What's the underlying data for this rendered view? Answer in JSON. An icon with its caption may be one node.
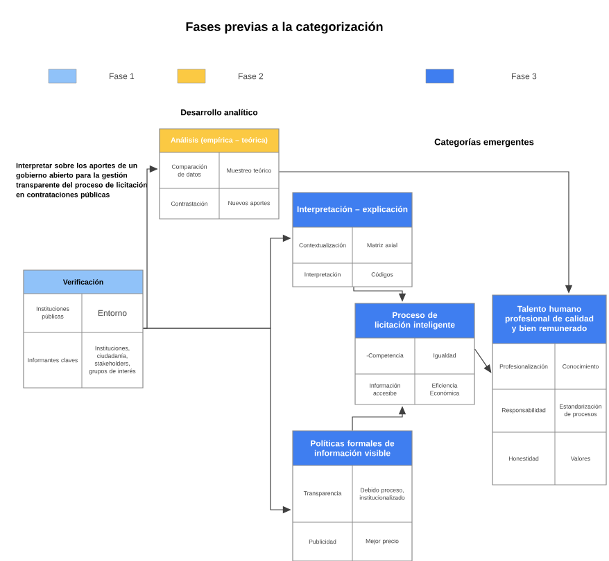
{
  "diagram": {
    "title": "Fases previas a la categorización",
    "nodes": [
      {
        "text": [
          "Verificación"
        ]
      },
      {
        "text": [
          "Instituciones públicas"
        ],
        "in": 0
      },
      {
        "text": [
          "Entorno"
        ],
        "in": 0
      },
      {
        "text": [
          "Informantes claves"
        ],
        "in": 0
      },
      {
        "text": [
          "Instituciones, ciudadanía, stakeholders, grupos de interés"
        ],
        "in": 0
      },
      {
        "text": [
          "Análisis (empírica – teórica)"
        ],
        "beside": [
          "Desarrollo analítico"
        ]
      },
      {
        "text": [
          "Comparación de datos"
        ],
        "in": 5
      },
      {
        "text": [
          "Muestreo teórico"
        ],
        "in": 5
      },
      {
        "text": [
          "Contrastación"
        ],
        "in": 5
      },
      {
        "text": [
          "Nuevos aportes"
        ],
        "in": 5
      },
      {
        "text": [
          "Interpretación – explicación"
        ]
      },
      {
        "text": [
          "Contextualización"
        ],
        "in": 10
      },
      {
        "text": [
          "Matriz axial"
        ],
        "in": 10
      },
      {
        "text": [
          "Interpretación"
        ],
        "in": 10
      },
      {
        "text": [
          "Códigos"
        ],
        "in": 10
      },
      {
        "text": [
          "Proceso de licitación inteligente"
        ]
      },
      {
        "text": [
          "-Competencia"
        ],
        "in": 15
      },
      {
        "text": [
          "Igualdad"
        ],
        "in": 15
      },
      {
        "text": [
          "Información accesibe"
        ],
        "in": 15
      },
      {
        "text": [
          "Eficiencia Económica"
        ],
        "in": 15
      },
      {
        "text": [
          "Talento humano profesional de calidad y bien remunerado"
        ]
      },
      {
        "text": [
          "Profesionalización"
        ],
        "in": 20
      },
      {
        "text": [
          "Conocimiento"
        ],
        "in": 20
      },
      {
        "text": [
          "Responsabilidad"
        ],
        "in": 20
      },
      {
        "text": [
          "Estandarización de procesos"
        ],
        "in": 20
      },
      {
        "text": [
          "Honestidad"
        ],
        "in": 20
      },
      {
        "text": [
          "Valores"
        ],
        "in": 20
      },
      {
        "text": [
          "Políticas formales de información visible"
        ]
      },
      {
        "text": [
          "Transparencia"
        ],
        "in": 27
      },
      {
        "text": [
          "Debido proceso, institucionalizado"
        ],
        "in": 27
      },
      {
        "text": [
          "Publicidad"
        ],
        "in": 27
      },
      {
        "text": [
          "Mejor precio"
        ],
        "in": 27
      }
    ],
    "edges": [
      {
        "from": 0,
        "to": 5,
        "arrow": "to"
      },
      {
        "from": 0,
        "to": 10,
        "arrow": "to"
      },
      {
        "from": 0,
        "to": 27,
        "arrow": "to"
      },
      {
        "from": 5,
        "to": 20,
        "arrow": "to"
      },
      {
        "from": 10,
        "to": 15,
        "arrow": "to"
      },
      {
        "from": 27,
        "to": 15,
        "arrow": "to"
      },
      {
        "from": 15,
        "to": 20,
        "arrow": "to"
      }
    ],
    "labels": [
      "Categorías emergentes",
      "Interpretar sobre los aportes de un gobierno abierto para la gestión transparente del proceso de licitación en contrataciones públicas"
    ],
    "legend": [
      {
        "text": "Fase 1",
        "color": "#90c2f9"
      },
      {
        "text": "Fase 2",
        "color": "#fbc943"
      },
      {
        "text": "Fase 3",
        "color": "#3f7ef0"
      }
    ]
  }
}
